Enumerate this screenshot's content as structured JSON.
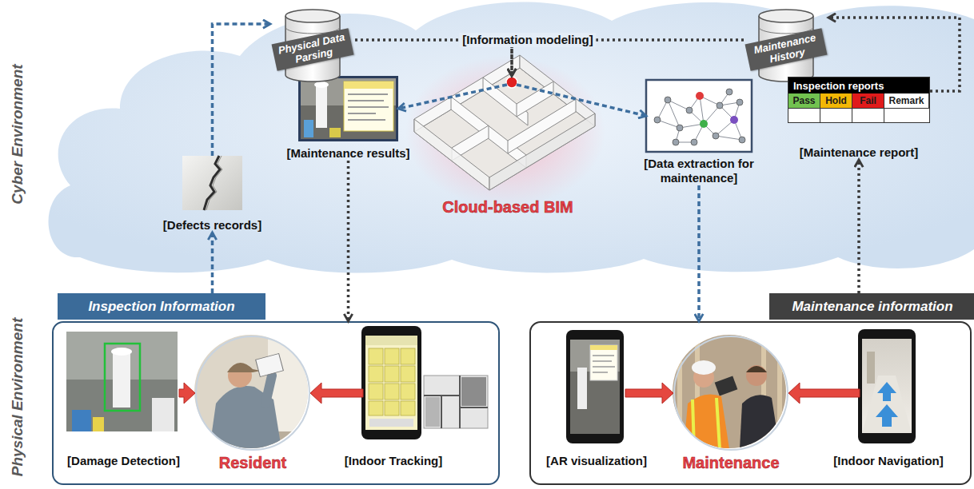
{
  "diagram": {
    "nodes": [
      {
        "text": [
          "Physical Data Parsing"
        ]
      },
      {
        "text": [
          "Maintenance History"
        ]
      },
      {
        "text": [
          "[Defects records]"
        ]
      },
      {
        "text": [
          "[Maintenance results]"
        ]
      },
      {
        "text": [
          "Cloud-based BIM"
        ]
      },
      {
        "text": [
          "[Data extraction for maintenance]"
        ]
      },
      {
        "text": [
          "[Maintenance report]"
        ]
      },
      {
        "text": [
          "Inspection reports",
          "Pass",
          "Hold",
          "Fail",
          "Remark"
        ],
        "in": 6
      },
      {
        "text": [
          "Inspection Information"
        ]
      },
      {
        "text": [
          "[Damage Detection]"
        ],
        "in": 8
      },
      {
        "text": [
          "Resident"
        ],
        "in": 8
      },
      {
        "text": [
          "[Indoor Tracking]"
        ],
        "in": 8
      },
      {
        "text": [
          "Maintenance information"
        ]
      },
      {
        "text": [
          "[AR visualization]"
        ],
        "in": 12
      },
      {
        "text": [
          "Maintenance"
        ],
        "in": 12
      },
      {
        "text": [
          "[Indoor Navigation]"
        ],
        "in": 12
      }
    ],
    "edges": [
      {
        "from": 2,
        "to": 0,
        "arrow": "to"
      },
      {
        "from": 0,
        "to": 4,
        "arrow": "to"
      },
      {
        "from": 1,
        "to": 4,
        "arrow": "to"
      },
      {
        "from": 4,
        "to": 3,
        "arrow": "to"
      },
      {
        "from": 4,
        "to": 5,
        "arrow": "to"
      },
      {
        "from": 6,
        "to": 1,
        "arrow": "to"
      },
      {
        "from": 8,
        "to": 2,
        "arrow": "to"
      },
      {
        "from": 3,
        "to": 8,
        "arrow": "to"
      },
      {
        "from": 5,
        "to": 12,
        "arrow": "to"
      },
      {
        "from": 12,
        "to": 6,
        "arrow": "to"
      },
      {
        "from": 9,
        "to": 10,
        "arrow": "to"
      },
      {
        "from": 11,
        "to": 10,
        "arrow": "to"
      },
      {
        "from": 13,
        "to": 14,
        "arrow": "to"
      },
      {
        "from": 15,
        "to": 14,
        "arrow": "to"
      }
    ],
    "labels": [
      "Cyber Environment",
      "Physical Environment",
      "[Information modeling]"
    ]
  }
}
